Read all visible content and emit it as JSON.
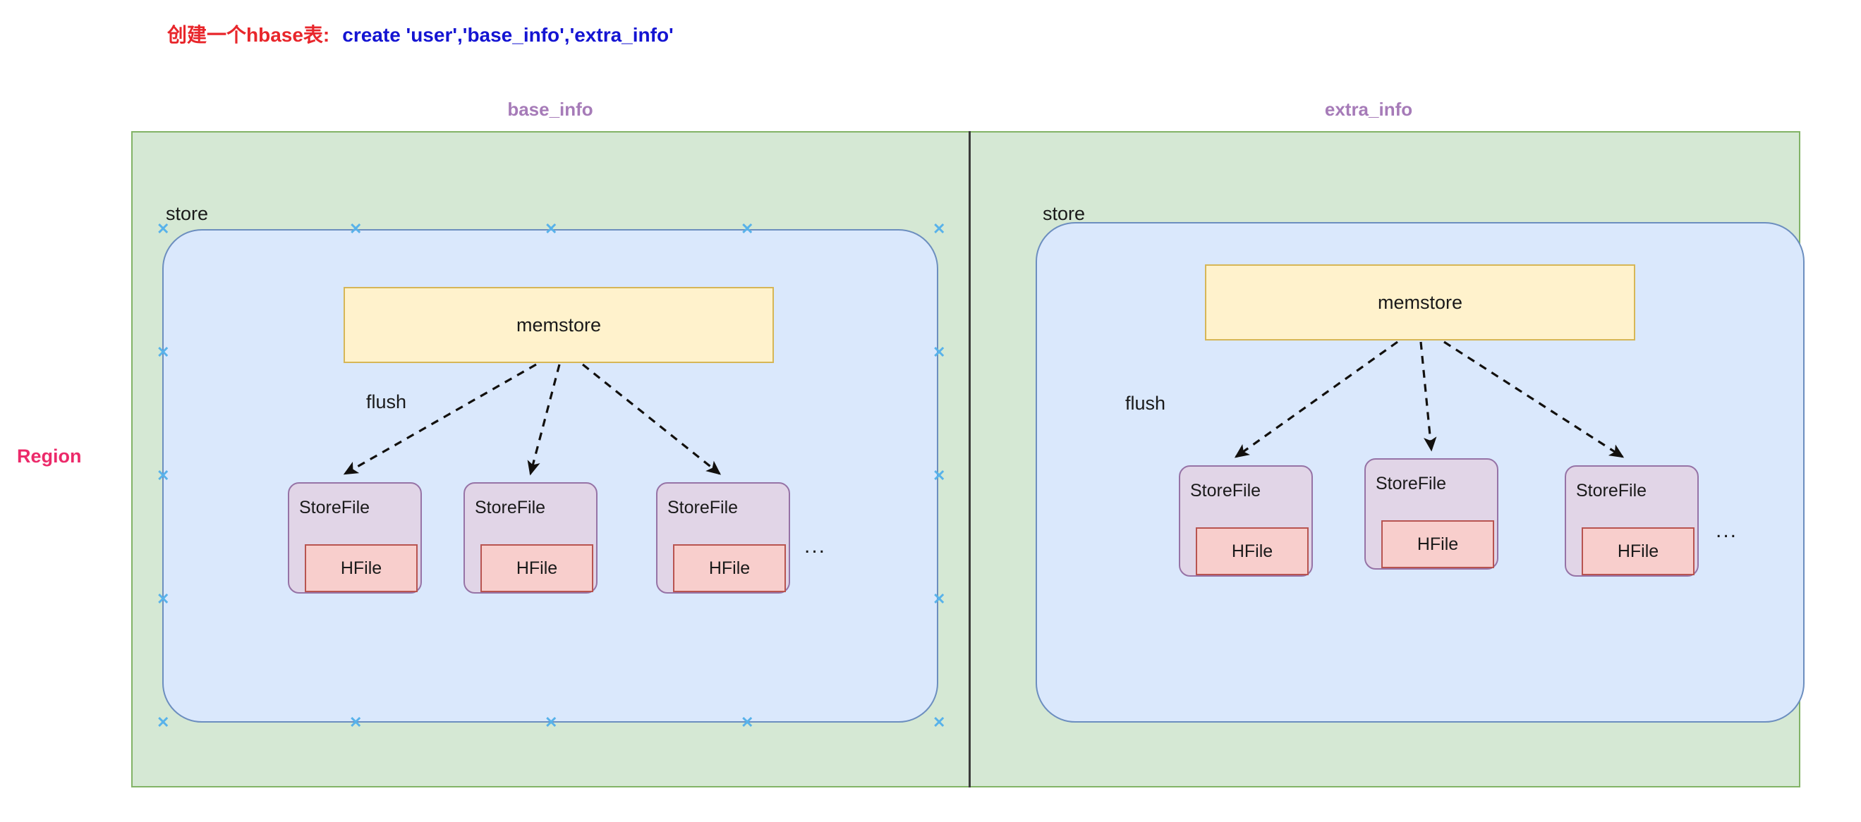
{
  "title": {
    "chinese_label": "创建一个hbase表:",
    "command": "create  'user','base_info','extra_info'"
  },
  "region": {
    "label": "Region"
  },
  "column_families": [
    {
      "name": "base_info",
      "store_label": "store",
      "memstore_label": "memstore",
      "flush_label": "flush",
      "ellipsis": "...",
      "store_files": [
        {
          "label": "StoreFile",
          "hfile": "HFile"
        },
        {
          "label": "StoreFile",
          "hfile": "HFile"
        },
        {
          "label": "StoreFile",
          "hfile": "HFile"
        }
      ]
    },
    {
      "name": "extra_info",
      "store_label": "store",
      "memstore_label": "memstore",
      "flush_label": "flush",
      "ellipsis": "...",
      "store_files": [
        {
          "label": "StoreFile",
          "hfile": "HFile"
        },
        {
          "label": "StoreFile",
          "hfile": "HFile"
        },
        {
          "label": "StoreFile",
          "hfile": "HFile"
        }
      ]
    }
  ],
  "colors": {
    "title_chinese": "#e8262b",
    "title_command": "#1414d2",
    "region_label": "#ec2a6a",
    "column_family_label": "#a67bb8",
    "region_fill": "#d5e8d4",
    "region_stroke": "#82b366",
    "store_fill": "#dae8fc",
    "store_stroke": "#6c8ebf",
    "memstore_fill": "#fff2cc",
    "memstore_stroke": "#d6b656",
    "storefile_fill": "#e1d5e7",
    "storefile_stroke": "#9673a6",
    "hfile_fill": "#f8cecc",
    "hfile_stroke": "#b85450",
    "divider": "#3b3b3b",
    "selection_handle": "#58b2ea"
  },
  "selection": {
    "handle_glyph": "✕",
    "selected_shape": "store-box-left"
  }
}
